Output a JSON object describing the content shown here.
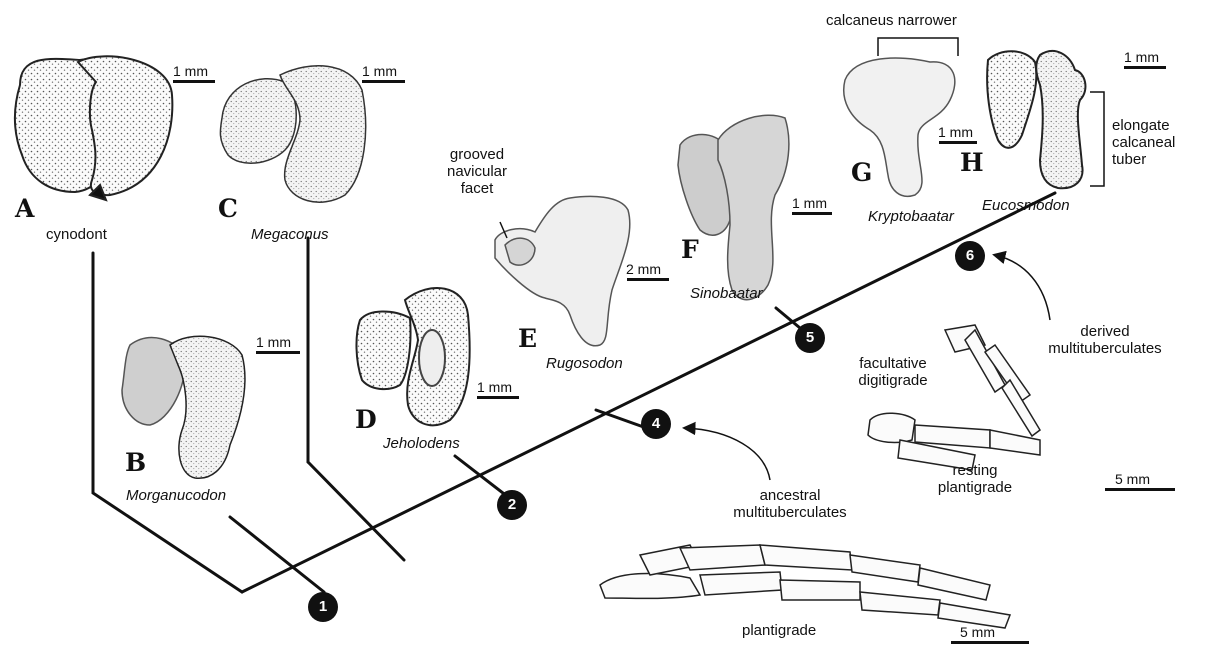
{
  "taxa": {
    "cynodont": "cynodont",
    "morganucodon": "Morganucodon",
    "megaconus": "Megaconus",
    "jeholodens": "Jeholodens",
    "rugosodon": "Rugosodon",
    "sinobaatar": "Sinobaatar",
    "kryptobaatar": "Kryptobaatar",
    "eucosmodon": "Eucosmodon"
  },
  "panel_letters": [
    "A",
    "B",
    "C",
    "D",
    "E",
    "F",
    "G",
    "H"
  ],
  "scale_bars": {
    "A": "1 mm",
    "B": "1 mm",
    "C": "1 mm",
    "D": "1 mm",
    "E": "2 mm",
    "F": "1 mm",
    "G": "1 mm",
    "H": "1 mm",
    "foot_upper": "5 mm",
    "foot_lower": "5 mm"
  },
  "nodes": [
    "1",
    "2",
    "4",
    "5",
    "6"
  ],
  "annotations": {
    "grooved_line1": "grooved",
    "grooved_line2": "navicular",
    "grooved_line3": "facet",
    "calcaneus": "calcaneus narrower",
    "elongate_line1": "elongate",
    "elongate_line2": "calcaneal",
    "elongate_line3": "tuber",
    "ancestral_line1": "ancestral",
    "ancestral_line2": "multituberculates",
    "derived_line1": "derived",
    "derived_line2": "multituberculates",
    "facultative_line1": "facultative",
    "facultative_line2": "digitigrade",
    "resting_line1": "resting",
    "resting_line2": "plantigrade",
    "plantigrade": "plantigrade"
  }
}
